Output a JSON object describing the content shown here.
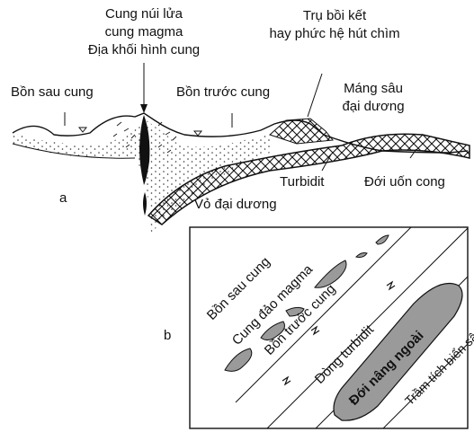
{
  "panel_a": {
    "letter": "a",
    "labels": {
      "arc_line1": "Cung núi lửa",
      "arc_line2": "cung magma",
      "arc_line3": "Địa khối hình cung",
      "back_arc": "Bồn sau cung",
      "fore_arc": "Bồn trước cung",
      "prism_line1": "Trụ bồi kết",
      "prism_line2": "hay phức hệ hút chìm",
      "trench_line1": "Máng sâu",
      "trench_line2": "đại dương",
      "turbidite": "Turbidit",
      "outer_bend": "Đới uốn cong",
      "oceanic_crust": "Vỏ đại dương"
    }
  },
  "panel_b": {
    "letter": "b",
    "labels": {
      "back_arc": "Bồn sau cung",
      "magmatic_arc": "Cung đảo magma",
      "fore_arc": "Bồn trước cung",
      "turbidite_flow": "Dòng turbidit",
      "outer_high": "Đới nâng ngoài",
      "deep_sea": "Trầm tích biển sâu"
    }
  }
}
